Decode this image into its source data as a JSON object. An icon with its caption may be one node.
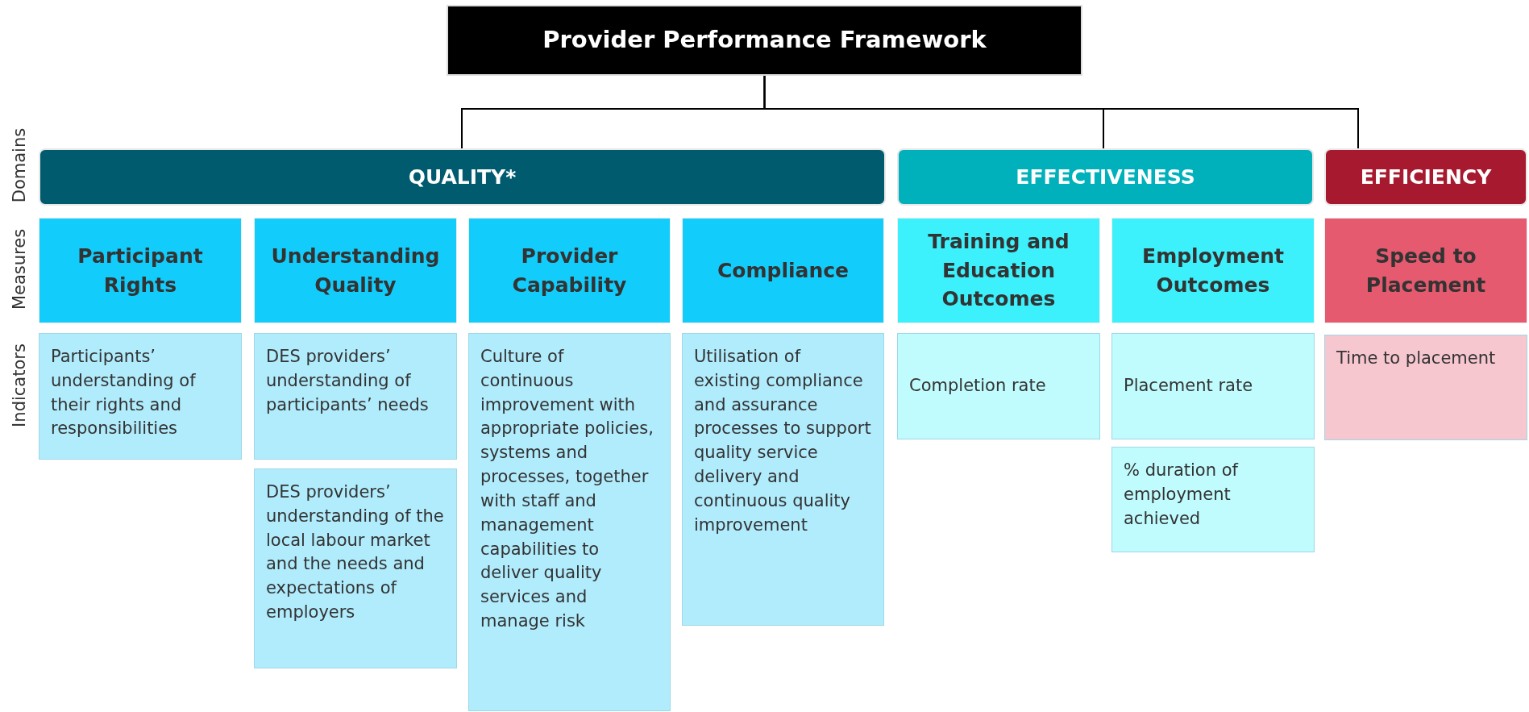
{
  "diagram": {
    "nodes": [
      {
        "text": [
          "Provider Performance Framework"
        ]
      },
      {
        "text": [
          "QUALITY*"
        ]
      },
      {
        "text": [
          "EFFECTIVENESS"
        ]
      },
      {
        "text": [
          "EFFICIENCY"
        ]
      },
      {
        "text": [
          "Participant Rights"
        ]
      },
      {
        "text": [
          "Understanding Quality"
        ]
      },
      {
        "text": [
          "Provider Capability"
        ]
      },
      {
        "text": [
          "Compliance"
        ]
      },
      {
        "text": [
          "Training and Education Outcomes"
        ]
      },
      {
        "text": [
          "Employment Outcomes"
        ]
      },
      {
        "text": [
          "Speed to Placement"
        ]
      },
      {
        "text": [
          "Participants’ understanding of their rights and responsibilities"
        ]
      },
      {
        "text": [
          "DES providers’ understanding of participants’ needs"
        ]
      },
      {
        "text": [
          "DES providers’ understanding of the local labour market and the needs and expectations of employers"
        ]
      },
      {
        "text": [
          "Culture of continuous improvement with appropriate policies, systems and processes, together with staff and management capabilities to deliver quality services and manage risk"
        ]
      },
      {
        "text": [
          "Utilisation of existing compliance and assurance processes to support quality service delivery and continuous quality improvement"
        ]
      },
      {
        "text": [
          "Completion rate"
        ]
      },
      {
        "text": [
          "Placement rate"
        ]
      },
      {
        "text": [
          "% duration of employment achieved"
        ]
      },
      {
        "text": [
          "Time to placement"
        ]
      }
    ],
    "edges": [
      {
        "from": 0,
        "to": 1,
        "arrow": "none"
      },
      {
        "from": 0,
        "to": 2,
        "arrow": "none"
      },
      {
        "from": 0,
        "to": 3,
        "arrow": "none"
      }
    ],
    "labels": [
      "Domains",
      "Measures",
      "Indicators"
    ]
  }
}
